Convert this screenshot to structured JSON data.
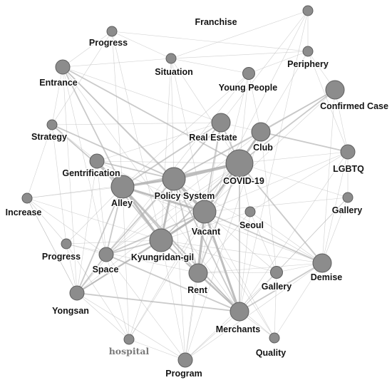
{
  "network": {
    "nodes": [
      {
        "id": "franchise",
        "label": "Franchise",
        "size": 1
      },
      {
        "id": "progress_top",
        "label": "Progress",
        "size": 1
      },
      {
        "id": "periphery",
        "label": "Periphery",
        "size": 1
      },
      {
        "id": "situation",
        "label": "Situation",
        "size": 1
      },
      {
        "id": "entrance",
        "label": "Entrance",
        "size": 2
      },
      {
        "id": "young_people",
        "label": "Young People",
        "size": 1.5
      },
      {
        "id": "confirmed_case",
        "label": "Confirmed Case",
        "size": 3
      },
      {
        "id": "strategy",
        "label": "Strategy",
        "size": 1
      },
      {
        "id": "real_estate",
        "label": "Real Estate",
        "size": 3
      },
      {
        "id": "club",
        "label": "Club",
        "size": 3
      },
      {
        "id": "gentrification",
        "label": "Gentrification",
        "size": 2
      },
      {
        "id": "covid",
        "label": "COVID-19",
        "size": 5
      },
      {
        "id": "lgbtq",
        "label": "LGBTQ",
        "size": 2
      },
      {
        "id": "policy_system",
        "label": "Policy System",
        "size": 4
      },
      {
        "id": "alley",
        "label": "Alley",
        "size": 4
      },
      {
        "id": "increase",
        "label": "Increase",
        "size": 1
      },
      {
        "id": "gallery_right",
        "label": "Gallery",
        "size": 1
      },
      {
        "id": "vacant",
        "label": "Vacant",
        "size": 4
      },
      {
        "id": "seoul",
        "label": "Seoul",
        "size": 1
      },
      {
        "id": "progress_left",
        "label": "Progress",
        "size": 1
      },
      {
        "id": "kyungridan",
        "label": "Kyungridan-gil",
        "size": 4
      },
      {
        "id": "space",
        "label": "Space",
        "size": 2
      },
      {
        "id": "demise",
        "label": "Demise",
        "size": 3
      },
      {
        "id": "gallery_mid",
        "label": "Gallery",
        "size": 1.5
      },
      {
        "id": "rent",
        "label": "Rent",
        "size": 3
      },
      {
        "id": "yongsan",
        "label": "Yongsan",
        "size": 2
      },
      {
        "id": "merchants",
        "label": "Merchants",
        "size": 3
      },
      {
        "id": "hospital",
        "label": "hospital",
        "size": 1
      },
      {
        "id": "quality",
        "label": "Quality",
        "size": 1
      },
      {
        "id": "program",
        "label": "Program",
        "size": 2
      }
    ],
    "edges": [
      [
        "covid",
        "policy_system",
        4
      ],
      [
        "covid",
        "vacant",
        3
      ],
      [
        "covid",
        "club",
        3
      ],
      [
        "covid",
        "real_estate",
        2
      ],
      [
        "covid",
        "confirmed_case",
        2
      ],
      [
        "covid",
        "demise",
        2
      ],
      [
        "covid",
        "merchants",
        2
      ],
      [
        "covid",
        "rent",
        2
      ],
      [
        "covid",
        "alley",
        2
      ],
      [
        "covid",
        "kyungridan",
        2
      ],
      [
        "covid",
        "lgbtq",
        1
      ],
      [
        "covid",
        "young_people",
        1
      ],
      [
        "covid",
        "seoul",
        1
      ],
      [
        "covid",
        "space",
        1
      ],
      [
        "covid",
        "entrance",
        2
      ],
      [
        "covid",
        "gentrification",
        1
      ],
      [
        "covid",
        "yongsan",
        1
      ],
      [
        "covid",
        "gallery_right",
        1
      ],
      [
        "covid",
        "situation",
        1
      ],
      [
        "policy_system",
        "vacant",
        4
      ],
      [
        "policy_system",
        "alley",
        3
      ],
      [
        "policy_system",
        "kyungridan",
        3
      ],
      [
        "policy_system",
        "rent",
        2
      ],
      [
        "policy_system",
        "merchants",
        2
      ],
      [
        "policy_system",
        "real_estate",
        2
      ],
      [
        "policy_system",
        "entrance",
        2
      ],
      [
        "policy_system",
        "strategy",
        2
      ],
      [
        "policy_system",
        "gentrification",
        2
      ],
      [
        "policy_system",
        "club",
        2
      ],
      [
        "policy_system",
        "space",
        2
      ],
      [
        "policy_system",
        "demise",
        1
      ],
      [
        "policy_system",
        "increase",
        1
      ],
      [
        "policy_system",
        "yongsan",
        1
      ],
      [
        "policy_system",
        "confirmed_case",
        1
      ],
      [
        "policy_system",
        "situation",
        1
      ],
      [
        "vacant",
        "alley",
        3
      ],
      [
        "vacant",
        "kyungridan",
        3
      ],
      [
        "vacant",
        "rent",
        3
      ],
      [
        "vacant",
        "merchants",
        3
      ],
      [
        "vacant",
        "space",
        2
      ],
      [
        "vacant",
        "real_estate",
        2
      ],
      [
        "vacant",
        "club",
        2
      ],
      [
        "vacant",
        "demise",
        2
      ],
      [
        "vacant",
        "program",
        1
      ],
      [
        "vacant",
        "yongsan",
        2
      ],
      [
        "vacant",
        "entrance",
        1
      ],
      [
        "vacant",
        "gentrification",
        1
      ],
      [
        "vacant",
        "hospital",
        1
      ],
      [
        "vacant",
        "confirmed_case",
        1
      ],
      [
        "alley",
        "kyungridan",
        3
      ],
      [
        "alley",
        "gentrification",
        2
      ],
      [
        "alley",
        "entrance",
        2
      ],
      [
        "alley",
        "space",
        2
      ],
      [
        "alley",
        "rent",
        2
      ],
      [
        "alley",
        "merchants",
        2
      ],
      [
        "alley",
        "increase",
        1
      ],
      [
        "alley",
        "progress_left",
        1
      ],
      [
        "alley",
        "yongsan",
        2
      ],
      [
        "alley",
        "strategy",
        2
      ],
      [
        "alley",
        "real_estate",
        2
      ],
      [
        "alley",
        "demise",
        1
      ],
      [
        "alley",
        "progress_top",
        1
      ],
      [
        "kyungridan",
        "rent",
        2
      ],
      [
        "kyungridan",
        "merchants",
        2
      ],
      [
        "kyungridan",
        "space",
        2
      ],
      [
        "kyungridan",
        "yongsan",
        2
      ],
      [
        "kyungridan",
        "program",
        1
      ],
      [
        "kyungridan",
        "hospital",
        1
      ],
      [
        "kyungridan",
        "gallery_mid",
        1
      ],
      [
        "kyungridan",
        "demise",
        1
      ],
      [
        "rent",
        "merchants",
        2
      ],
      [
        "rent",
        "demise",
        1
      ],
      [
        "rent",
        "program",
        1
      ],
      [
        "rent",
        "real_estate",
        1
      ],
      [
        "rent",
        "quality",
        1
      ],
      [
        "merchants",
        "demise",
        2
      ],
      [
        "merchants",
        "quality",
        1
      ],
      [
        "merchants",
        "program",
        1
      ],
      [
        "merchants",
        "gallery_mid",
        1
      ],
      [
        "merchants",
        "yongsan",
        2
      ],
      [
        "merchants",
        "space",
        2
      ],
      [
        "merchants",
        "entrance",
        1
      ],
      [
        "club",
        "lgbtq",
        2
      ],
      [
        "club",
        "confirmed_case",
        2
      ],
      [
        "club",
        "young_people",
        1
      ],
      [
        "club",
        "periphery",
        1
      ],
      [
        "club",
        "real_estate",
        1
      ],
      [
        "club",
        "space",
        1
      ],
      [
        "club",
        "program",
        1
      ],
      [
        "confirmed_case",
        "lgbtq",
        1
      ],
      [
        "confirmed_case",
        "demise",
        1
      ],
      [
        "confirmed_case",
        "periphery",
        1
      ],
      [
        "real_estate",
        "entrance",
        1
      ],
      [
        "real_estate",
        "strategy",
        1
      ],
      [
        "real_estate",
        "franchise",
        1
      ],
      [
        "real_estate",
        "gentrification",
        1
      ],
      [
        "entrance",
        "strategy",
        1
      ],
      [
        "entrance",
        "situation",
        1
      ],
      [
        "entrance",
        "progress_top",
        1
      ],
      [
        "entrance",
        "space",
        1
      ],
      [
        "entrance",
        "yongsan",
        1
      ],
      [
        "strategy",
        "increase",
        1
      ],
      [
        "strategy",
        "gentrification",
        1
      ],
      [
        "strategy",
        "progress_left",
        1
      ],
      [
        "space",
        "yongsan",
        2
      ],
      [
        "space",
        "progress_left",
        1
      ],
      [
        "space",
        "increase",
        1
      ],
      [
        "space",
        "hospital",
        1
      ],
      [
        "space",
        "program",
        1
      ],
      [
        "yongsan",
        "program",
        1
      ],
      [
        "yongsan",
        "progress_left",
        1
      ],
      [
        "yongsan",
        "hospital",
        1
      ],
      [
        "yongsan",
        "increase",
        1
      ],
      [
        "demise",
        "gallery_mid",
        1
      ],
      [
        "demise",
        "lgbtq",
        1
      ],
      [
        "demise",
        "gallery_right",
        1
      ],
      [
        "demise",
        "seoul",
        1
      ],
      [
        "demise",
        "quality",
        1
      ],
      [
        "periphery",
        "lgbtq",
        1
      ],
      [
        "periphery",
        "franchise",
        1
      ],
      [
        "periphery",
        "situation",
        1
      ],
      [
        "periphery",
        "young_people",
        1
      ],
      [
        "franchise",
        "situation",
        1
      ],
      [
        "franchise",
        "merchants",
        1
      ],
      [
        "franchise",
        "vacant",
        1
      ],
      [
        "progress_top",
        "situation",
        1
      ],
      [
        "progress_top",
        "periphery",
        1
      ],
      [
        "progress_top",
        "kyungridan",
        1
      ],
      [
        "progress_top",
        "strategy",
        1
      ],
      [
        "situation",
        "vacant",
        1
      ],
      [
        "situation",
        "kyungridan",
        1
      ],
      [
        "situation",
        "young_people",
        1
      ],
      [
        "young_people",
        "rent",
        1
      ],
      [
        "young_people",
        "space",
        1
      ],
      [
        "young_people",
        "alley",
        1
      ],
      [
        "lgbtq",
        "gallery_right",
        1
      ],
      [
        "lgbtq",
        "merchants",
        1
      ],
      [
        "lgbtq",
        "vacant",
        1
      ],
      [
        "lgbtq",
        "seoul",
        1
      ],
      [
        "gallery_right",
        "merchants",
        1
      ],
      [
        "gallery_right",
        "gallery_mid",
        1
      ],
      [
        "gallery_right",
        "vacant",
        1
      ],
      [
        "seoul",
        "rent",
        1
      ],
      [
        "seoul",
        "merchants",
        1
      ],
      [
        "seoul",
        "gallery_mid",
        1
      ],
      [
        "seoul",
        "kyungridan",
        1
      ],
      [
        "increase",
        "progress_left",
        1
      ],
      [
        "increase",
        "yongsan",
        1
      ],
      [
        "increase",
        "kyungridan",
        1
      ],
      [
        "progress_left",
        "kyungridan",
        1
      ],
      [
        "progress_left",
        "rent",
        1
      ],
      [
        "progress_left",
        "hospital",
        1
      ],
      [
        "gentrification",
        "kyungridan",
        2
      ],
      [
        "gentrification",
        "space",
        1
      ],
      [
        "gentrification",
        "yongsan",
        1
      ],
      [
        "gentrification",
        "merchants",
        1
      ],
      [
        "hospital",
        "program",
        1
      ],
      [
        "hospital",
        "alley",
        1
      ],
      [
        "hospital",
        "covid",
        1
      ],
      [
        "program",
        "gallery_mid",
        1
      ],
      [
        "program",
        "demise",
        1
      ],
      [
        "program",
        "policy_system",
        1
      ],
      [
        "quality",
        "gallery_mid",
        1
      ],
      [
        "quality",
        "vacant",
        1
      ],
      [
        "quality",
        "policy_system",
        1
      ],
      [
        "gallery_mid",
        "rent",
        1
      ],
      [
        "gallery_mid",
        "vacant",
        1
      ],
      [
        "gallery_mid",
        "club",
        1
      ]
    ]
  }
}
